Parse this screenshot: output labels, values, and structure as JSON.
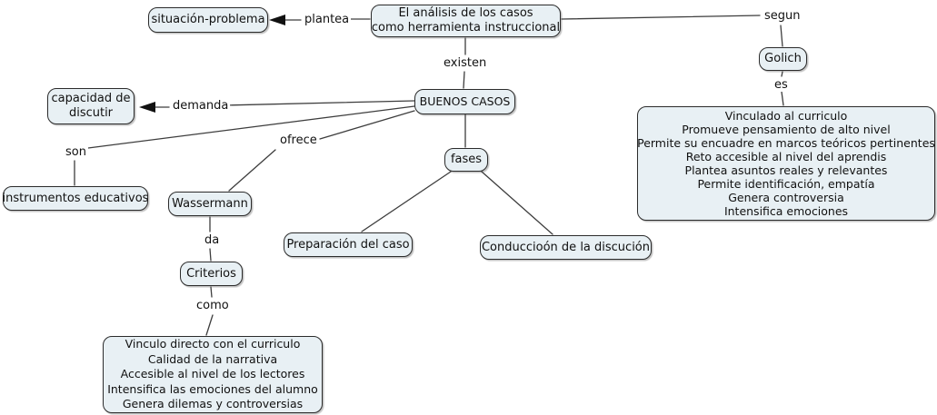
{
  "nodes": {
    "main": {
      "lines": [
        "El análisis de los casos",
        "como herramienta instruccional"
      ]
    },
    "situacion": {
      "label": "situación-problema"
    },
    "capacidad": {
      "lines": [
        "capacidad de",
        "discutir"
      ]
    },
    "buenos": {
      "label": "BUENOS CASOS"
    },
    "instrumentos": {
      "label": "instrumentos educativos"
    },
    "wassermann": {
      "label": "Wassermann"
    },
    "criterios": {
      "label": "Criterios"
    },
    "fases": {
      "label": "fases"
    },
    "preparacion": {
      "label": "Preparación del caso"
    },
    "conduccion": {
      "label": "Conduccioón de la discución"
    },
    "golich": {
      "label": "Golich"
    },
    "golich_criteria": {
      "lines": [
        "Vinculado al curriculo",
        "Promueve pensamiento de alto nivel",
        "Permite su encuadre en marcos teóricos pertinentes",
        "Reto accesible al nivel del aprendis",
        "Plantea asuntos reales y relevantes",
        "Permite identificación, empatía",
        "Genera controversia",
        "Intensifica emociones"
      ]
    },
    "wassermann_criteria": {
      "lines": [
        "Vinculo directo con el curriculo",
        "Calidad de la narrativa",
        "Accesible al nivel de los lectores",
        "Intensifica las emociones del alumno",
        "Genera dilemas y controversias"
      ]
    }
  },
  "link_labels": {
    "plantea": "plantea",
    "existen": "existen",
    "segun": "segun",
    "es": "es",
    "demanda": "demanda",
    "son": "son",
    "ofrece": "ofrece",
    "da": "da",
    "como": "como"
  },
  "colors": {
    "node_fill": "#e8f0f4",
    "node_border": "#2b2b2b",
    "connector": "#3d3d3d",
    "arrow": "#111111",
    "text": "#111111",
    "background": "#ffffff"
  }
}
